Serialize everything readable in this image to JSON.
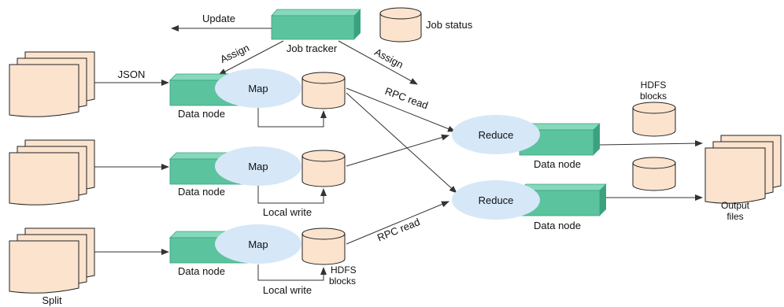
{
  "colors": {
    "node_front": "#5cc39f",
    "node_top": "#86d8bb",
    "node_side": "#3aa27d",
    "ellipse": "#d6e7f8",
    "doc": "#fbe3ce",
    "cylinder": "#fbe3ce",
    "stroke": "#222222",
    "arrow": "#333333"
  },
  "labels": {
    "update": "Update",
    "job_tracker": "Job tracker",
    "job_status": "Job status",
    "assign_left": "Assign",
    "assign_right": "Assign",
    "json": "JSON",
    "split": "Split",
    "hdfs_blocks_bottom_line1": "HDFS",
    "hdfs_blocks_bottom_line2": "blocks",
    "hdfs_blocks_top_line1": "HDFS",
    "hdfs_blocks_top_line2": "blocks",
    "rpc_read_top": "RPC read",
    "rpc_read_bottom": "RPC read",
    "output_line1": "Output",
    "output_line2": "files"
  },
  "map_nodes": [
    {
      "map_label": "Map",
      "node_label": "Data node",
      "local_write": ""
    },
    {
      "map_label": "Map",
      "node_label": "Data node",
      "local_write": "Local write"
    },
    {
      "map_label": "Map",
      "node_label": "Data node",
      "local_write": "Local write"
    }
  ],
  "reduce_nodes": [
    {
      "reduce_label": "Reduce",
      "node_label": "Data node"
    },
    {
      "reduce_label": "Reduce",
      "node_label": "Data node"
    }
  ]
}
